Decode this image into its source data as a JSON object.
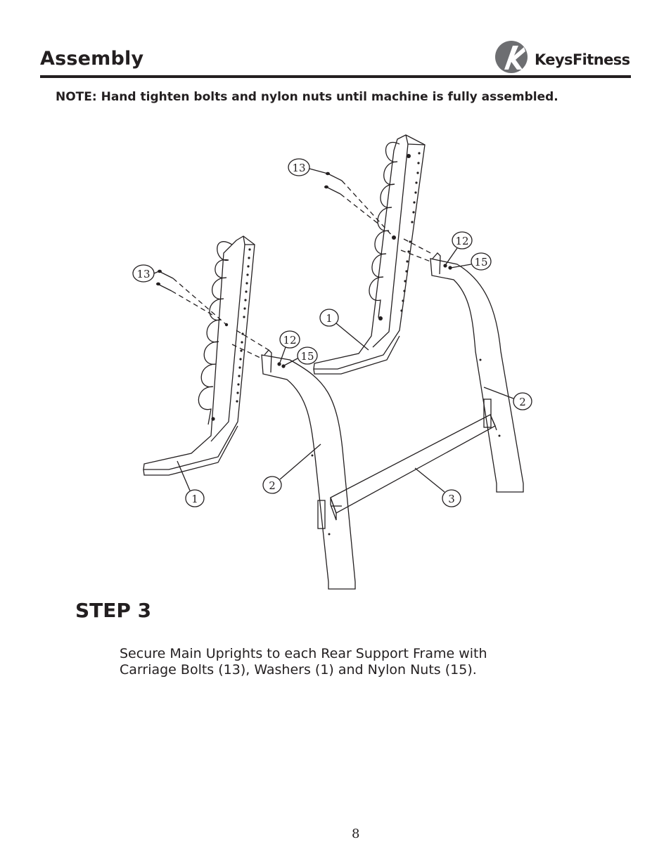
{
  "header": {
    "title": "Assembly",
    "logo_text_light": "Keys",
    "logo_text_bold": "Fitness"
  },
  "note": "NOTE:  Hand tighten bolts and nylon nuts until machine is fully assembled.",
  "diagram": {
    "callouts": [
      "13",
      "13",
      "12",
      "15",
      "12",
      "15",
      "1",
      "1",
      "2",
      "2",
      "3"
    ]
  },
  "step": {
    "title": "STEP 3",
    "instruction_line1": "Secure Main Uprights to each Rear Support Frame with",
    "instruction_line2": "Carriage Bolts (13), Washers (1) and Nylon Nuts (15)."
  },
  "footer": {
    "page_number": "8"
  },
  "colors": {
    "ink": "#231f20",
    "background": "#ffffff"
  },
  "icons": [
    "keys-fitness-logo-icon"
  ]
}
